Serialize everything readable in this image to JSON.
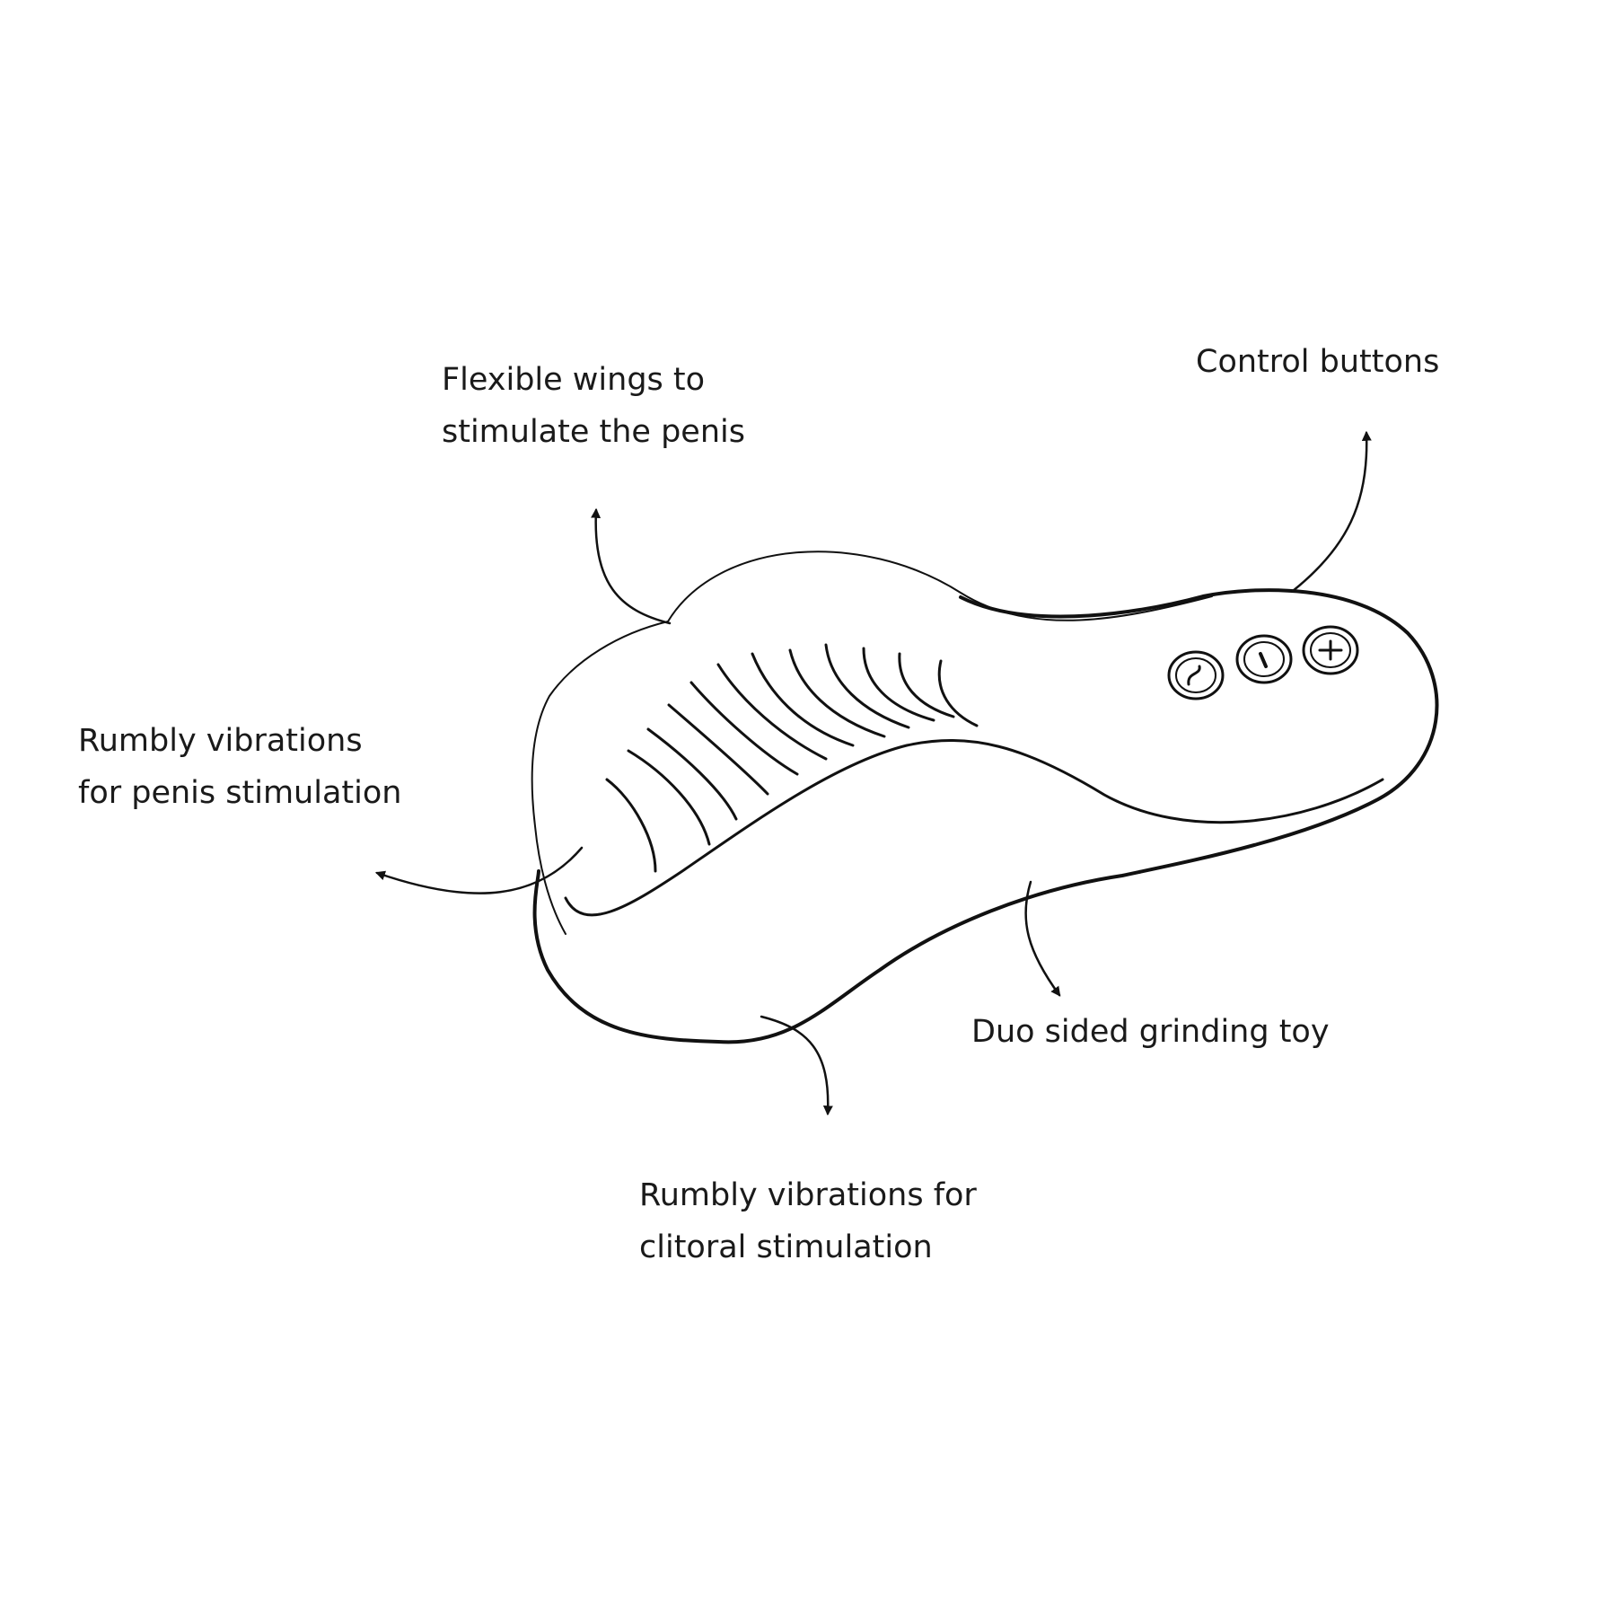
{
  "diagram": {
    "colors": {
      "ink": "#111111",
      "text": "#1a1a1a",
      "background": "#ffffff"
    },
    "labels": {
      "flexible_wings": [
        "Flexible wings to",
        "stimulate the penis"
      ],
      "control_buttons": [
        "Control buttons"
      ],
      "penis_vibrations": [
        "Rumbly vibrations",
        "for penis stimulation"
      ],
      "duo_sided": [
        "Duo sided grinding toy"
      ],
      "clitoral_vibrations": [
        "Rumbly vibrations for",
        "clitoral stimulation"
      ]
    },
    "buttons": [
      {
        "icon": "wave-icon"
      },
      {
        "icon": "minus-icon"
      },
      {
        "icon": "plus-icon"
      }
    ]
  }
}
